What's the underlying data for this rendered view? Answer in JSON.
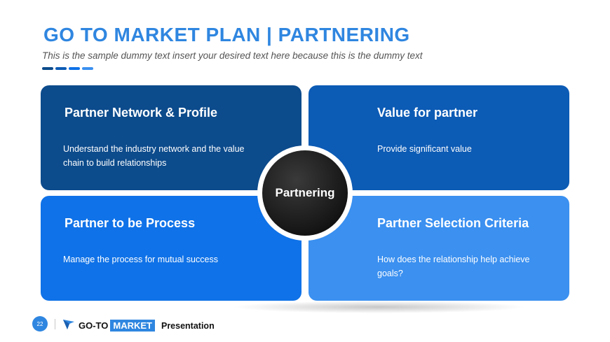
{
  "header": {
    "title": "GO TO MARKET PLAN | PARTNERING",
    "subtitle": "This is the sample dummy text insert your desired text here because this is the dummy text",
    "dash_colors": [
      "#0c4b8c",
      "#0c5bb5",
      "#0f72e8",
      "#3b90f0"
    ]
  },
  "cards": [
    {
      "title": "Partner Network & Profile",
      "text": "Understand the industry network and the value chain to build relationships",
      "color": "#0c4b8c"
    },
    {
      "title": "Value for partner",
      "text": "Provide significant value",
      "color": "#0c5bb5"
    },
    {
      "title": "Partner to be Process",
      "text": "Manage the process for mutual success",
      "color": "#0f72e8"
    },
    {
      "title": "Partner Selection Criteria",
      "text": "How does the relationship help achieve goals?",
      "color": "#3b90f0"
    }
  ],
  "hub": {
    "label": "Partnering"
  },
  "footer": {
    "page_number": "22",
    "brand_part1": "GO-TO",
    "brand_part2": "MARKET",
    "brand_part3": "Presentation",
    "icon": "cursor-flag-icon"
  }
}
